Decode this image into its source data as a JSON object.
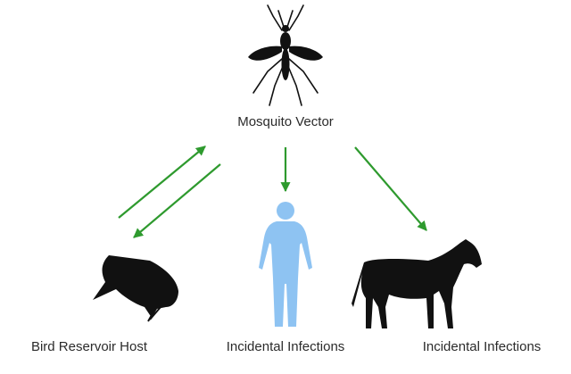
{
  "colors": {
    "arrow": "#2e9a2e",
    "silhouette": "#111111",
    "human": "#8ec3f2"
  },
  "nodes": {
    "vector": {
      "label": "Mosquito Vector",
      "icon": "mosquito-icon"
    },
    "reservoir": {
      "label": "Bird Reservoir Host",
      "icon": "bird-icon"
    },
    "incidental_human": {
      "label": "Incidental Infections",
      "icon": "human-icon"
    },
    "incidental_horse": {
      "label": "Incidental Infections",
      "icon": "horse-icon"
    }
  },
  "edges": [
    {
      "from": "reservoir",
      "to": "vector"
    },
    {
      "from": "vector",
      "to": "reservoir"
    },
    {
      "from": "vector",
      "to": "incidental_human"
    },
    {
      "from": "vector",
      "to": "incidental_horse"
    }
  ]
}
